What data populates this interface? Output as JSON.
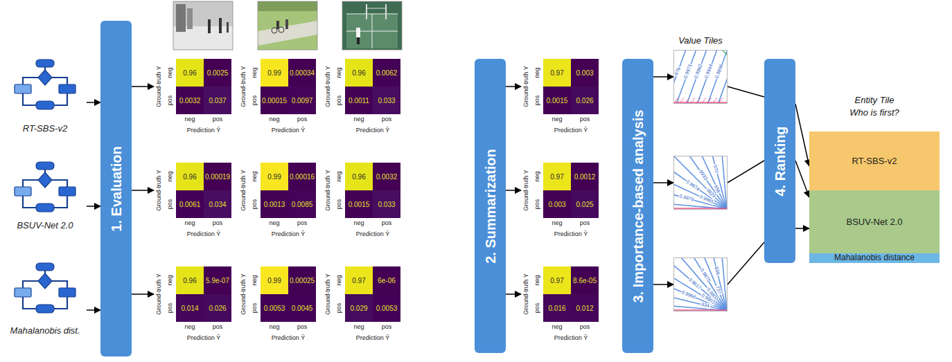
{
  "diagram": {
    "nodes": [
      {
        "text": [
          "RT-SBS-v2"
        ]
      },
      {
        "text": [
          "BSUV-Net 2.0"
        ]
      },
      {
        "text": [
          "Mahalanobis dist."
        ]
      },
      {
        "text": [
          "1. Evaluation"
        ]
      },
      {
        "text": [
          "0.96",
          "0.0025",
          "0.0032",
          "0.037",
          "Ground-truth Y",
          "neg",
          "pos",
          "neg",
          "pos",
          "Prediction Ŷ"
        ]
      },
      {
        "text": [
          "0.99",
          "0.00034",
          "0.00015",
          "0.0097",
          "Ground-truth Y",
          "neg",
          "pos",
          "neg",
          "pos",
          "Prediction Ŷ"
        ]
      },
      {
        "text": [
          "0.96",
          "0.0062",
          "0.0011",
          "0.033",
          "Ground-truth Y",
          "neg",
          "pos",
          "neg",
          "pos",
          "Prediction Ŷ"
        ]
      },
      {
        "text": [
          "0.96",
          "0.00019",
          "0.0061",
          "0.034",
          "Ground-truth Y",
          "neg",
          "pos",
          "neg",
          "pos",
          "Prediction Ŷ"
        ]
      },
      {
        "text": [
          "0.99",
          "0.00016",
          "0.0013",
          "0.0085",
          "Ground-truth Y",
          "neg",
          "pos",
          "neg",
          "pos",
          "Prediction Ŷ"
        ]
      },
      {
        "text": [
          "0.96",
          "0.0032",
          "0.0015",
          "0.033",
          "Ground-truth Y",
          "neg",
          "pos",
          "neg",
          "pos",
          "Prediction Ŷ"
        ]
      },
      {
        "text": [
          "0.96",
          "5.9e-07",
          "0.014",
          "0.026",
          "Ground-truth Y",
          "neg",
          "pos",
          "neg",
          "pos",
          "Prediction Ŷ"
        ]
      },
      {
        "text": [
          "0.99",
          "0.00025",
          "0.0053",
          "0.0045",
          "Ground-truth Y",
          "neg",
          "pos",
          "neg",
          "pos",
          "Prediction Ŷ"
        ]
      },
      {
        "text": [
          "0.97",
          "6e-06",
          "0.029",
          "0.0053",
          "Ground-truth Y",
          "neg",
          "pos",
          "neg",
          "pos",
          "Prediction Ŷ"
        ]
      },
      {
        "text": [
          "2. Summarization"
        ]
      },
      {
        "text": [
          "0.97",
          "0.003",
          "0.0015",
          "0.026",
          "Ground-truth Y",
          "neg",
          "pos",
          "neg",
          "pos",
          "Prediction Ŷ"
        ]
      },
      {
        "text": [
          "0.97",
          "0.0012",
          "0.003",
          "0.025",
          "Ground-truth Y",
          "neg",
          "pos",
          "neg",
          "pos",
          "Prediction Ŷ"
        ]
      },
      {
        "text": [
          "0.97",
          "8.6e-05",
          "0.016",
          "0.012",
          "Ground-truth Y",
          "neg",
          "pos",
          "neg",
          "pos",
          "Prediction Ŷ"
        ]
      },
      {
        "text": [
          "3. Importance-based analysis"
        ]
      },
      {
        "text": [
          "976",
          "0.9971",
          "0.9962",
          "0.9944",
          "0.9896"
        ]
      },
      {
        "text": [
          "970",
          "958",
          "9933",
          "9829",
          "0.9974",
          "0.9965",
          "0.9979"
        ]
      },
      {
        "text": [
          "838",
          "737",
          "0.9870",
          "0.9800",
          "0.9617",
          "0.9902",
          "0.9966",
          "934"
        ]
      },
      {
        "text": [
          "4. Ranking"
        ]
      },
      {
        "text": [
          "Entity Tile",
          "Who is first?"
        ]
      },
      {
        "text": [
          "RT-SBS-v2"
        ],
        "in": 22
      },
      {
        "text": [
          "BSUV-Net 2.0"
        ],
        "in": 22
      },
      {
        "text": [
          "Mahalanobis distance"
        ],
        "in": 22
      }
    ],
    "edges": [
      {
        "from": 0,
        "to": 3,
        "arrow": "to"
      },
      {
        "from": 1,
        "to": 3,
        "arrow": "to"
      },
      {
        "from": 2,
        "to": 3,
        "arrow": "to"
      },
      {
        "from": 3,
        "to": 4,
        "arrow": "to"
      },
      {
        "from": 3,
        "to": 7,
        "arrow": "to"
      },
      {
        "from": 3,
        "to": 10,
        "arrow": "to"
      },
      {
        "from": 13,
        "to": 14,
        "arrow": "to"
      },
      {
        "from": 13,
        "to": 15,
        "arrow": "to"
      },
      {
        "from": 13,
        "to": 16,
        "arrow": "to"
      },
      {
        "from": 17,
        "to": 18,
        "arrow": "to"
      },
      {
        "from": 17,
        "to": 19,
        "arrow": "to"
      },
      {
        "from": 17,
        "to": 20,
        "arrow": "to"
      },
      {
        "from": 18,
        "to": 21,
        "arrow": "none"
      },
      {
        "from": 19,
        "to": 21,
        "arrow": "none"
      },
      {
        "from": 20,
        "to": 21,
        "arrow": "none"
      },
      {
        "from": 21,
        "to": 22,
        "arrow": "to"
      },
      {
        "from": 21,
        "to": 22,
        "arrow": "to"
      },
      {
        "from": 21,
        "to": 22,
        "arrow": "to"
      }
    ],
    "labels": [
      "Value Tiles"
    ]
  }
}
